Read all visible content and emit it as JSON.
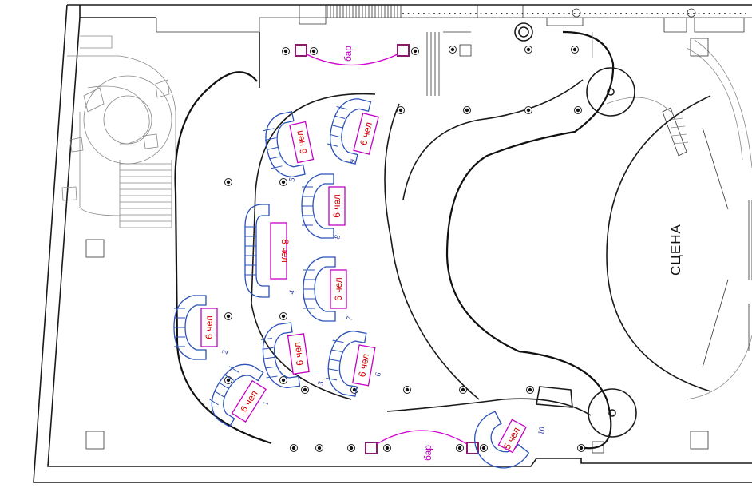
{
  "stage": {
    "label": "СЦЕНА"
  },
  "bars": [
    {
      "id": "bar-top",
      "label": "бар"
    },
    {
      "id": "bar-bottom",
      "label": "бар"
    }
  ],
  "tables": [
    {
      "number": "1",
      "label": "6 чел"
    },
    {
      "number": "2",
      "label": "6 чел"
    },
    {
      "number": "3",
      "label": "6 чел"
    },
    {
      "number": "4",
      "label": "8 чел"
    },
    {
      "number": "5",
      "label": "6 чел"
    },
    {
      "number": "6",
      "label": "6 чел"
    },
    {
      "number": "7",
      "label": "6 чел"
    },
    {
      "number": "8",
      "label": "6 чел"
    },
    {
      "number": "9",
      "label": "6 чел"
    },
    {
      "number": "10",
      "label": "5 чел"
    }
  ]
}
